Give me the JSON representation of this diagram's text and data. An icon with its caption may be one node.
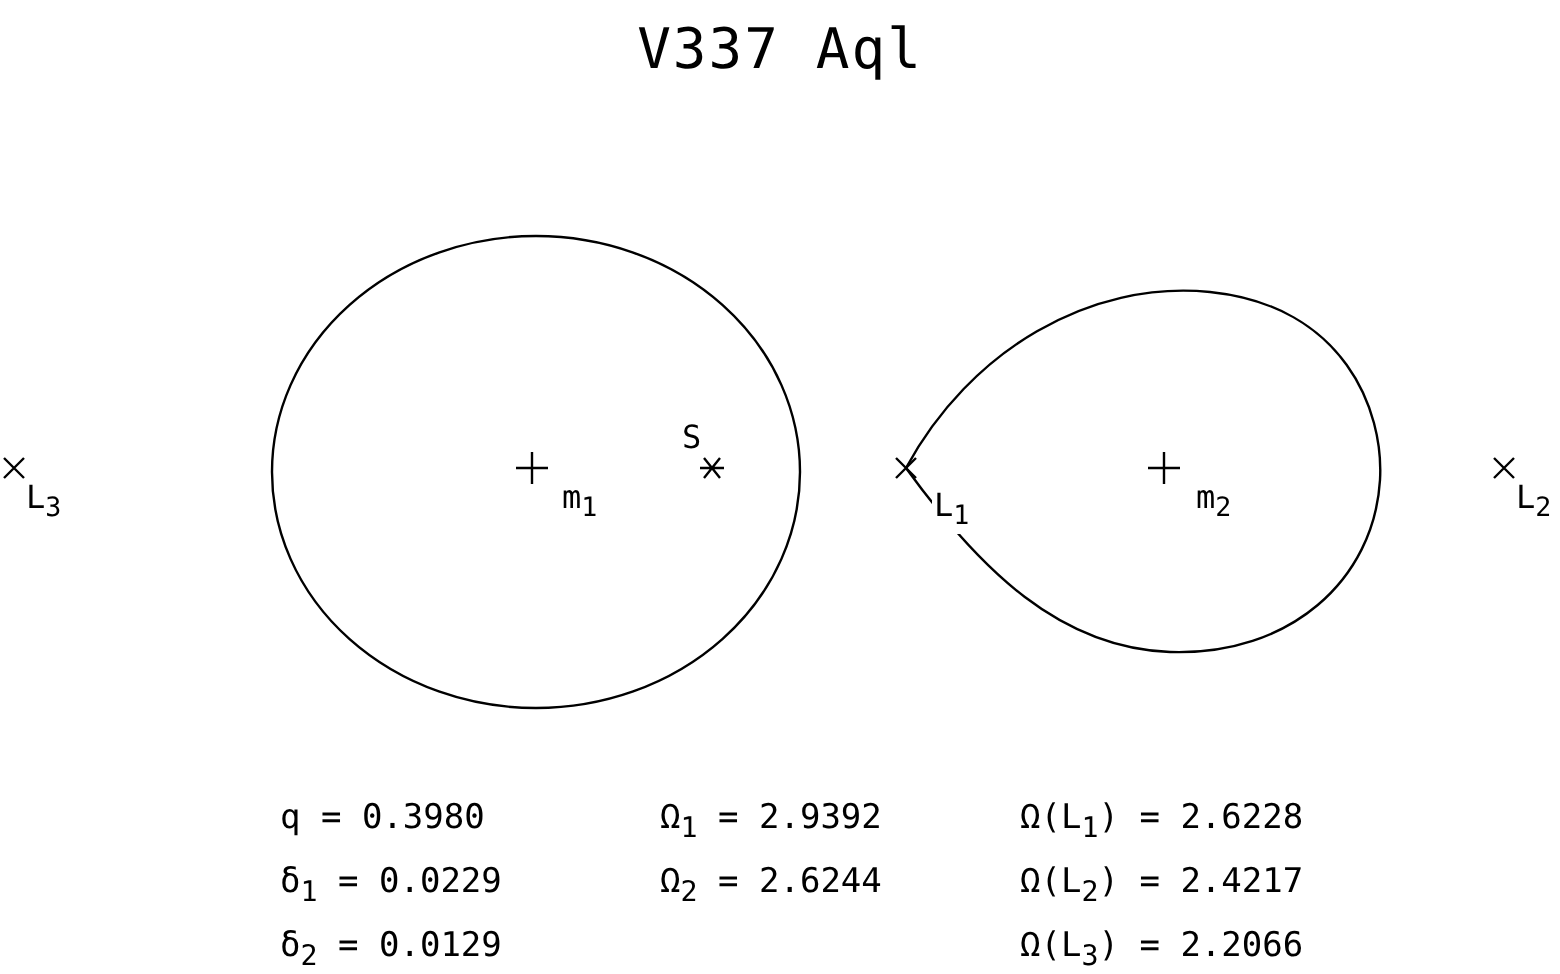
{
  "diagram": {
    "title": "V337 Aql",
    "labels": [
      "L$_{3}$",
      "S",
      "m$_{1}$",
      "L$_{1}$",
      "m$_{2}$",
      "L$_{2}$",
      "q = 0.3980",
      "Ω$_{1}$ = 2.9392",
      "Ω(L$_{1}$) = 2.6228",
      "δ$_{1}$ = 0.0229",
      "Ω$_{2}$ = 2.6244",
      "Ω(L$_{2}$) = 2.4217",
      "δ$_{2}$ = 0.0129",
      "Ω(L$_{3}$) = 2.2066"
    ]
  }
}
